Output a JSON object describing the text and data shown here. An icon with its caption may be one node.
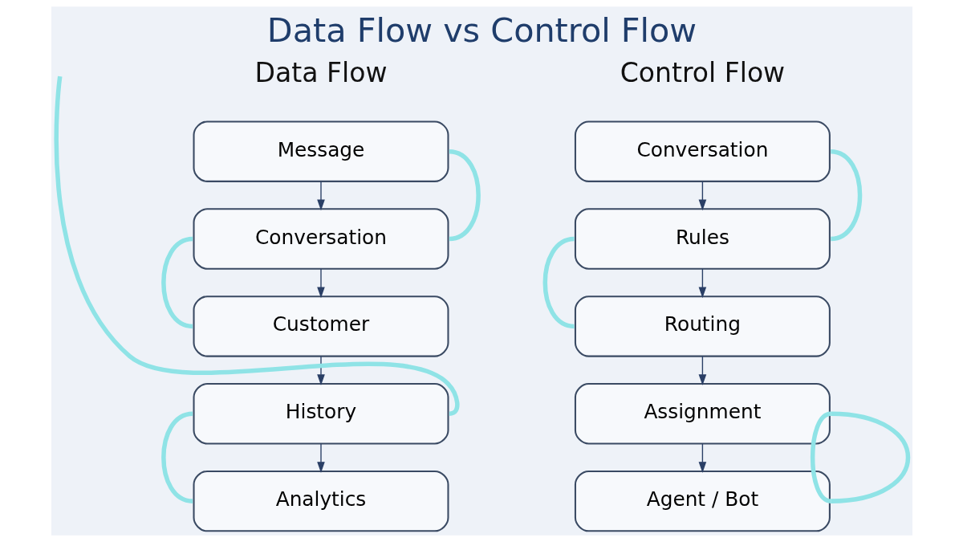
{
  "diagram": {
    "title": "Data Flow vs Control Flow",
    "nodes": [
      {
        "text": [
          "Message"
        ]
      },
      {
        "text": [
          "Conversation"
        ]
      },
      {
        "text": [
          "Customer"
        ]
      },
      {
        "text": [
          "History"
        ]
      },
      {
        "text": [
          "Analytics"
        ]
      },
      {
        "text": [
          "Conversation"
        ]
      },
      {
        "text": [
          "Rules"
        ]
      },
      {
        "text": [
          "Routing"
        ]
      },
      {
        "text": [
          "Assignment"
        ]
      },
      {
        "text": [
          "Agent / Bot"
        ]
      }
    ],
    "edges": [
      {
        "from": 0,
        "to": 1,
        "arrow": "to"
      },
      {
        "from": 1,
        "to": 2,
        "arrow": "to"
      },
      {
        "from": 2,
        "to": 3,
        "arrow": "to"
      },
      {
        "from": 3,
        "to": 4,
        "arrow": "to"
      },
      {
        "from": 5,
        "to": 6,
        "arrow": "to"
      },
      {
        "from": 6,
        "to": 7,
        "arrow": "to"
      },
      {
        "from": 7,
        "to": 8,
        "arrow": "to"
      },
      {
        "from": 8,
        "to": 9,
        "arrow": "to"
      },
      {
        "from": 0,
        "to": 1,
        "arrow": "none",
        "style": "thick",
        "color": "#8fe3e6"
      },
      {
        "from": 1,
        "to": 2,
        "arrow": "none",
        "style": "thick",
        "color": "#8fe3e6"
      },
      {
        "from": 3,
        "to": null,
        "arrow": "none",
        "style": "thick",
        "color": "#8fe3e6"
      },
      {
        "from": 3,
        "to": 4,
        "arrow": "none",
        "style": "thick",
        "color": "#8fe3e6"
      },
      {
        "from": 5,
        "to": 6,
        "arrow": "none",
        "style": "thick",
        "color": "#8fe3e6"
      },
      {
        "from": 6,
        "to": 7,
        "arrow": "none",
        "style": "thick",
        "color": "#8fe3e6"
      },
      {
        "from": 8,
        "to": 9,
        "arrow": "none",
        "style": "thick",
        "color": "#8fe3e6"
      },
      {
        "from": 8,
        "to": 9,
        "arrow": "none",
        "style": "thick",
        "color": "#8fe3e6"
      }
    ],
    "labels": [
      "Data Flow",
      "Control Flow"
    ]
  }
}
